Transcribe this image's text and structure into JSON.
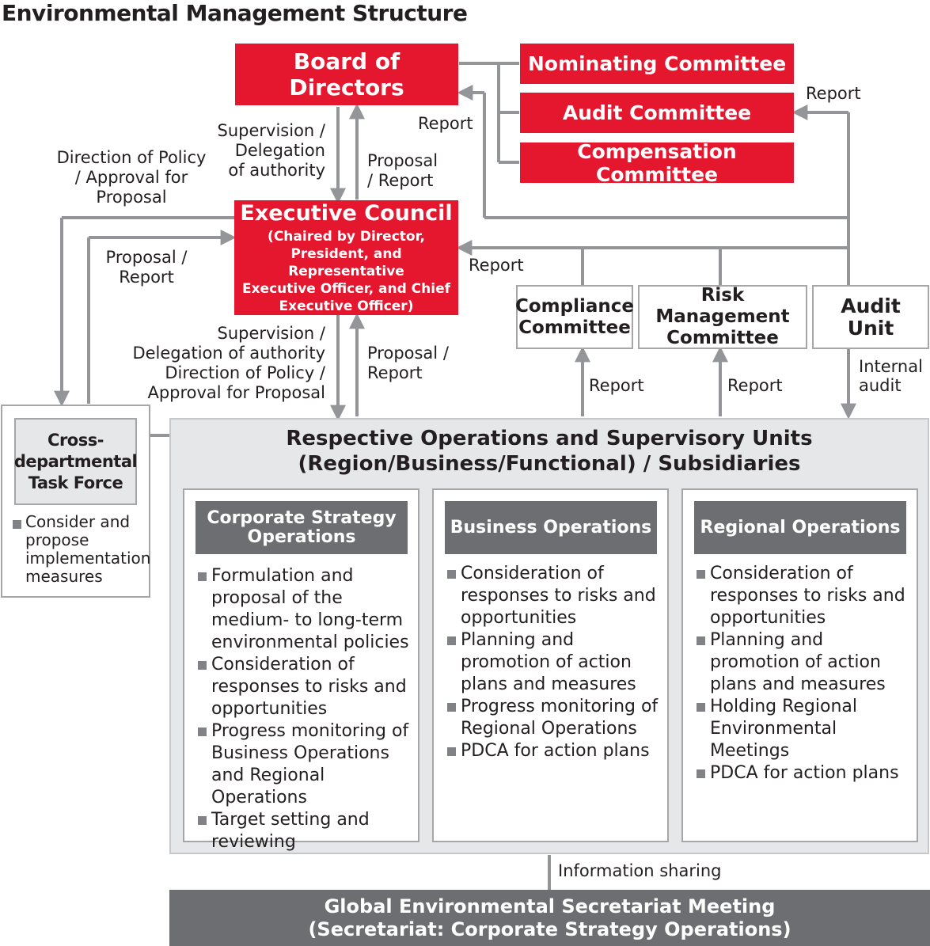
{
  "title": "Environmental Management Structure",
  "board": "Board of Directors",
  "committees": [
    "Nominating Committee",
    "Audit Committee",
    "Compensation Committee"
  ],
  "executive_council": {
    "name": "Executive Council",
    "sub": [
      "(Chaired by Director,",
      "President, and Representative",
      "Executive Officer, and Chief",
      "Executive Officer)"
    ]
  },
  "side_committees": {
    "compliance": [
      "Compliance",
      "Committee"
    ],
    "risk": [
      "Risk Management",
      "Committee"
    ],
    "audit_unit": [
      "Audit",
      "Unit"
    ]
  },
  "labels": {
    "supervision_delegation_top": [
      "Supervision /",
      "Delegation",
      "of authority"
    ],
    "proposal_report_top": [
      "Proposal",
      "/ Report"
    ],
    "report_board": "Report",
    "report_audit_committee": "Report",
    "direction_policy": [
      "Direction of Policy",
      "/ Approval for",
      "Proposal"
    ],
    "proposal_report_left": [
      "Proposal /",
      "Report"
    ],
    "report_exec": "Report",
    "supervision_lower": [
      "Supervision /",
      "Delegation of authority",
      "Direction of Policy /",
      "Approval for Proposal"
    ],
    "proposal_report_lower": [
      "Proposal /",
      "Report"
    ],
    "report_compliance": "Report",
    "report_risk": "Report",
    "internal_audit": [
      "Internal",
      "audit"
    ],
    "information_sharing": "Information sharing"
  },
  "task_force": {
    "name": [
      "Cross-",
      "departmental",
      "Task Force"
    ],
    "items": [
      "Consider and propose implementation measures"
    ]
  },
  "operations": {
    "title": [
      "Respective Operations and Supervisory Units",
      "(Region/Business/Functional) / Subsidiaries"
    ],
    "columns": [
      {
        "header": [
          "Corporate Strategy",
          "Operations"
        ],
        "items": [
          "Formulation and proposal of the medium- to long-term environmental policies",
          "Consideration of responses to risks and opportunities",
          "Progress monitoring of Business Operations and Regional Operations",
          "Target setting and reviewing"
        ]
      },
      {
        "header": [
          "Business Operations"
        ],
        "items": [
          "Consideration of responses to risks and opportunities",
          "Planning and promotion of action plans and measures",
          "Progress monitoring of Regional Operations",
          "PDCA for action plans"
        ]
      },
      {
        "header": [
          "Regional Operations"
        ],
        "items": [
          "Consideration of responses to risks and opportunities",
          "Planning and promotion of action plans and measures",
          "Holding Regional Environmental Meetings",
          "PDCA for action plans"
        ]
      }
    ]
  },
  "secretariat": [
    "Global Environmental Secretariat Meeting",
    "(Secretariat: Corporate Strategy Operations)"
  ],
  "colors": {
    "red": "#e4172f",
    "dark_gray": "#6d6e71",
    "light_gray_bg": "#e6e7e8",
    "line_gray": "#939598"
  }
}
